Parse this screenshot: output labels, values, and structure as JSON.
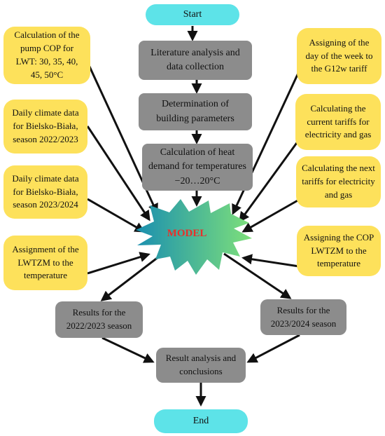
{
  "flow": {
    "start": "Start",
    "end": "End",
    "steps": [
      "Literature analysis and data collection",
      "Determination of building parameters",
      "Calculation of heat demand for temperatures −20…20°C"
    ],
    "model": "MODEL",
    "results_left": "Results for the 2022/2023 season",
    "results_right": "Results for the 2023/2024 season",
    "analysis": "Result analysis and conclusions"
  },
  "inputs_left": [
    "Calculation of the pump COP for LWT: 30, 35, 40, 45, 50°C",
    "Daily climate data for Bielsko-Biała, season 2022/2023",
    "Daily climate data for Bielsko-Biała, season 2023/2024",
    "Assignment of the LWTZM to the temperature"
  ],
  "inputs_right": [
    "Assigning of the day of the week to the G12w tariff",
    "Calculating the current tariffs for electricity and gas",
    "Calculating the next tariffs for electricity and gas",
    "Assigning the COP LWTZM to the temperature"
  ],
  "colors": {
    "terminal": "#5de3e8",
    "process": "#8c8c8c",
    "input": "#fde15b",
    "model_gradient_start": "#1a8fb0",
    "model_gradient_end": "#7ee07a",
    "model_text": "#e8302a"
  }
}
